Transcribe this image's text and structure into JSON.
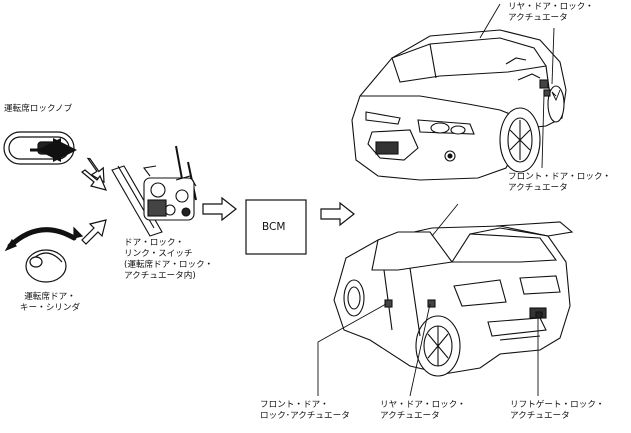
{
  "labels": {
    "driver_lock_knob": "運転席ロックノブ",
    "driver_key_cylinder": "運転席ドア・\nキー・シリンダ",
    "door_lock_link_switch": "ドア・ロック・\nリンク・スイッチ\n(運転席ドア・ロック・\nアクチュエータ内)",
    "bcm": "BCM",
    "rear_door_lock_actuator_top": "リヤ・ドア・ロック・\nアクチュエータ",
    "front_door_lock_actuator_right": "フロント・ドア・ロック・\nアクチュエータ",
    "front_door_lock_actuator_bottom": "フロント・ドア・\nロック･アクチュエータ",
    "rear_door_lock_actuator_bottom": "リヤ・ドア・ロック・\nアクチュエータ",
    "liftgate_lock_actuator": "リフトゲート・ロック・\nアクチュエータ"
  }
}
